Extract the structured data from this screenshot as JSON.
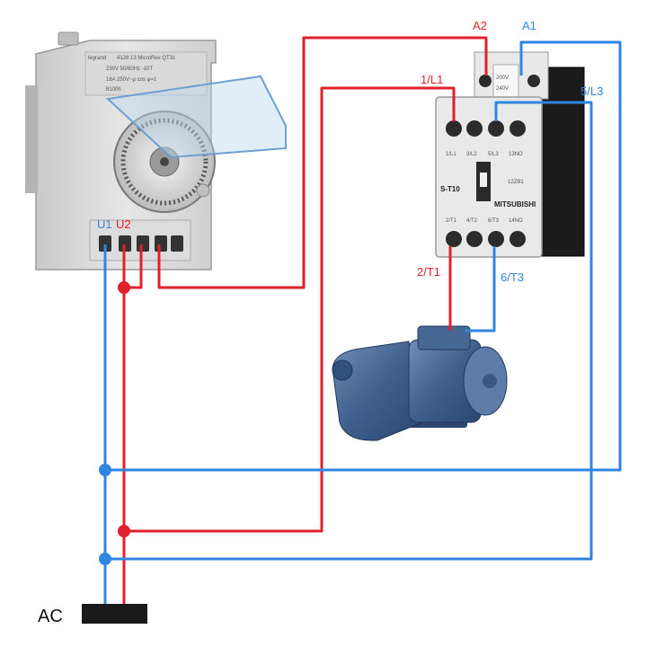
{
  "colors": {
    "live": "#e0202a",
    "neutral": "#2f86e0",
    "ground_bar": "#1a1a1a"
  },
  "timer": {
    "brand": "legrand",
    "spec_line1": "4128 13  MicroRex QT31",
    "spec_line2": "230V 50/60Hz  -10T",
    "spec_line3": "16A 250V~μ  cos φ=1",
    "spec_line4": "8100h",
    "terminal_u1": "U1",
    "terminal_u2": "U2"
  },
  "contactor": {
    "model": "S-T10",
    "brand": "MITSUBISHI",
    "code": "12ZB1",
    "coil_rating_1": "200V",
    "coil_rating_2": "240V",
    "top_marks": [
      "1/L1",
      "3/L2",
      "5/L3",
      "13NO"
    ],
    "bottom_marks": [
      "2/T1",
      "4/T2",
      "6/T3",
      "14NO"
    ]
  },
  "labels": {
    "a2": "A2",
    "a1": "A1",
    "l1": "1/L1",
    "l3": "5/L3",
    "t1": "2/T1",
    "t3": "6/T3",
    "ac": "AC"
  }
}
